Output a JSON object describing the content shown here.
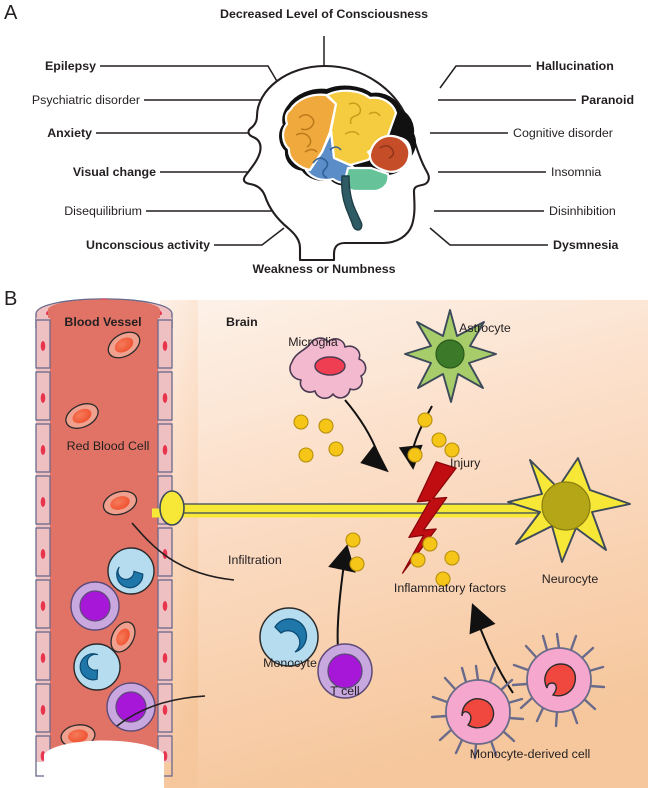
{
  "panels": {
    "a": {
      "letter": "A",
      "top_label": "Decreased Level of Consciousness",
      "bottom_label": "Weakness or Numbness",
      "left_labels": [
        {
          "text": "Epilepsy",
          "bold": true
        },
        {
          "text": "Psychiatric disorder",
          "bold": false
        },
        {
          "text": "Anxiety",
          "bold": true
        },
        {
          "text": "Visual change",
          "bold": true
        },
        {
          "text": "Disequilibrium",
          "bold": false
        },
        {
          "text": "Unconscious activity",
          "bold": true
        }
      ],
      "right_labels": [
        {
          "text": "Hallucination",
          "bold": true
        },
        {
          "text": "Paranoid",
          "bold": true
        },
        {
          "text": "Cognitive  disorder",
          "bold": false
        },
        {
          "text": "Insomnia",
          "bold": false
        },
        {
          "text": "Disinhibition",
          "bold": false
        },
        {
          "text": "Dysmnesia",
          "bold": true
        }
      ],
      "brain_regions": [
        {
          "name": "frontal-lobe",
          "color": "#f0a93c"
        },
        {
          "name": "parietal-lobe",
          "color": "#f5cc3f"
        },
        {
          "name": "temporal-lobe",
          "color": "#5b8dc8"
        },
        {
          "name": "occipital-lobe",
          "color": "#c54d28"
        },
        {
          "name": "cerebellum",
          "color": "#66c298"
        },
        {
          "name": "brainstem",
          "color": "#2f5b64"
        }
      ]
    },
    "b": {
      "letter": "B",
      "vessel_label": "Blood Vessel",
      "brain_label": "Brain",
      "labels": {
        "red_blood_cell": "Red Blood Cell",
        "infiltration": "Infiltration",
        "microglia": "Microglia",
        "astrocyte": "Astrocyte",
        "injury": "Injury",
        "neurocyte": "Neurocyte",
        "inflammatory_factors": "Inflammatory factors",
        "monocyte": "Monocyte",
        "t_cell": "T cell",
        "monocyte_derived_cell": "Monocyte-derived cell"
      },
      "colors": {
        "vessel_lumen": "#e07365",
        "vessel_wall": "#efc0c2",
        "vessel_wall_stroke": "#6a6a8a",
        "endothelial_nucleus": "#e8344e",
        "rbc_outer": "#f0a08f",
        "rbc_inner": "#ef4b29",
        "monocyte_body": "#b6dcf0",
        "monocyte_nucleus": "#1f76a8",
        "tcell_body": "#c9a8e0",
        "tcell_nucleus": "#a717d8",
        "microglia_body": "#f3b9ce",
        "microglia_nucleus": "#ef3d52",
        "astrocyte_body": "#a7cc6a",
        "astrocyte_nucleus": "#3c7a2a",
        "neurocyte_body": "#f7e837",
        "neurocyte_nucleus": "#b4a617",
        "mdc_body": "#f6a7cd",
        "mdc_nucleus": "#f0483f",
        "cytokine": "#f5c518",
        "injury_bolt": "#c00d12",
        "brain_bg_top": "#fdf0e6",
        "brain_bg_bottom": "#f6c79d"
      }
    }
  }
}
